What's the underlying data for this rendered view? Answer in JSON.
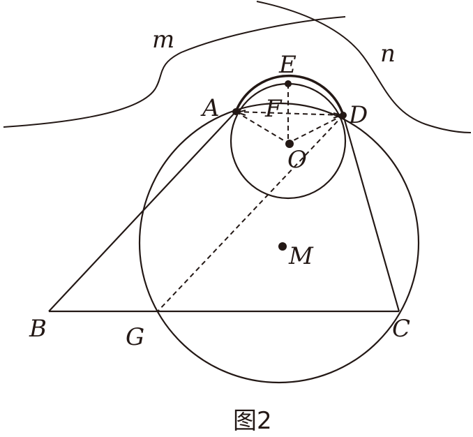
{
  "labels": {
    "m": "m",
    "n": "n",
    "E": "E",
    "A": "A",
    "F": "F",
    "D": "D",
    "O": "O",
    "M": "M",
    "B": "B",
    "G": "G",
    "C": "C"
  },
  "caption": "图2"
}
